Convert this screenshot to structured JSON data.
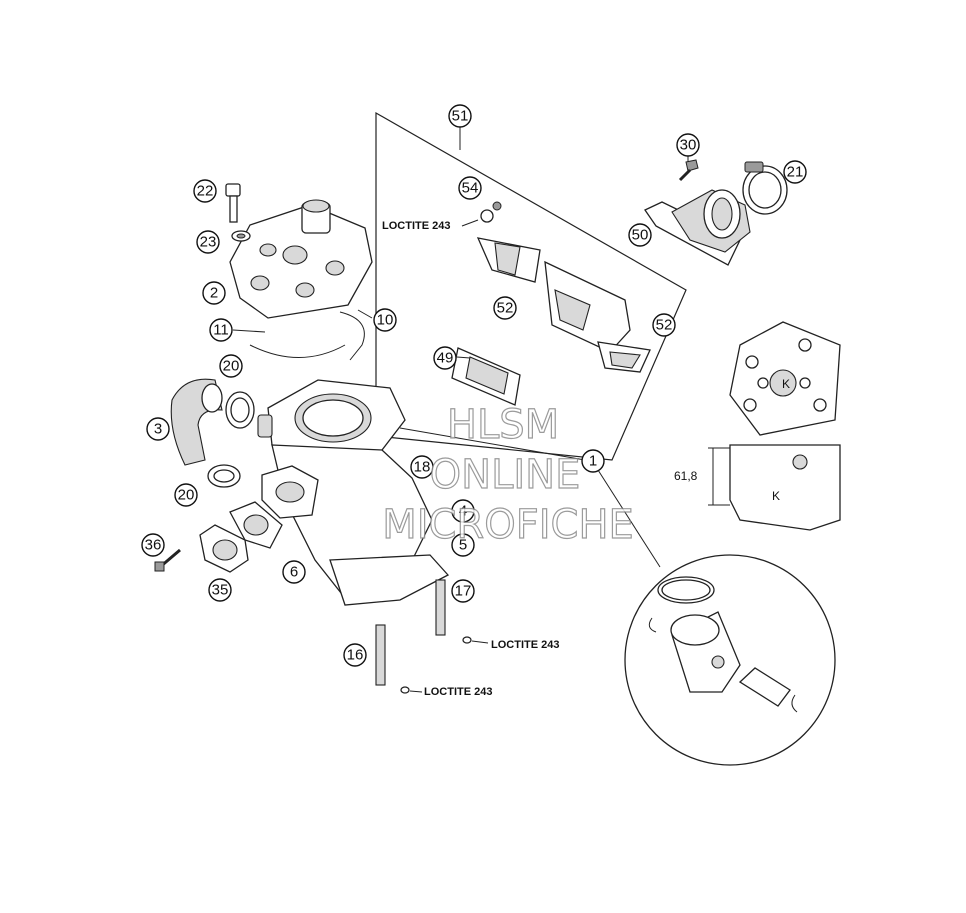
{
  "callouts": [
    {
      "id": "c51",
      "label": "51"
    },
    {
      "id": "c54",
      "label": "54"
    },
    {
      "id": "c30",
      "label": "30"
    },
    {
      "id": "c21",
      "label": "21"
    },
    {
      "id": "c50",
      "label": "50"
    },
    {
      "id": "c22",
      "label": "22"
    },
    {
      "id": "c23",
      "label": "23"
    },
    {
      "id": "c2",
      "label": "2"
    },
    {
      "id": "c52a",
      "label": "52"
    },
    {
      "id": "c52b",
      "label": "52"
    },
    {
      "id": "c11",
      "label": "11"
    },
    {
      "id": "c10",
      "label": "10"
    },
    {
      "id": "c49",
      "label": "49"
    },
    {
      "id": "c20a",
      "label": "20"
    },
    {
      "id": "c3",
      "label": "3"
    },
    {
      "id": "c1",
      "label": "1"
    },
    {
      "id": "c18",
      "label": "18"
    },
    {
      "id": "c20b",
      "label": "20"
    },
    {
      "id": "c4",
      "label": "4"
    },
    {
      "id": "c5",
      "label": "5"
    },
    {
      "id": "c6",
      "label": "6"
    },
    {
      "id": "c36",
      "label": "36"
    },
    {
      "id": "c35",
      "label": "35"
    },
    {
      "id": "c17",
      "label": "17"
    },
    {
      "id": "c16",
      "label": "16"
    }
  ],
  "notes": {
    "loctite_top": "LOCTITE 243",
    "loctite_mid": "LOCTITE 243",
    "loctite_bottom": "LOCTITE 243"
  },
  "dimension": {
    "value": "61,8",
    "mark_k": "K"
  },
  "watermark": {
    "line1": "HLSM",
    "line2": "ONLINE",
    "line3": "MICROFICHE"
  }
}
